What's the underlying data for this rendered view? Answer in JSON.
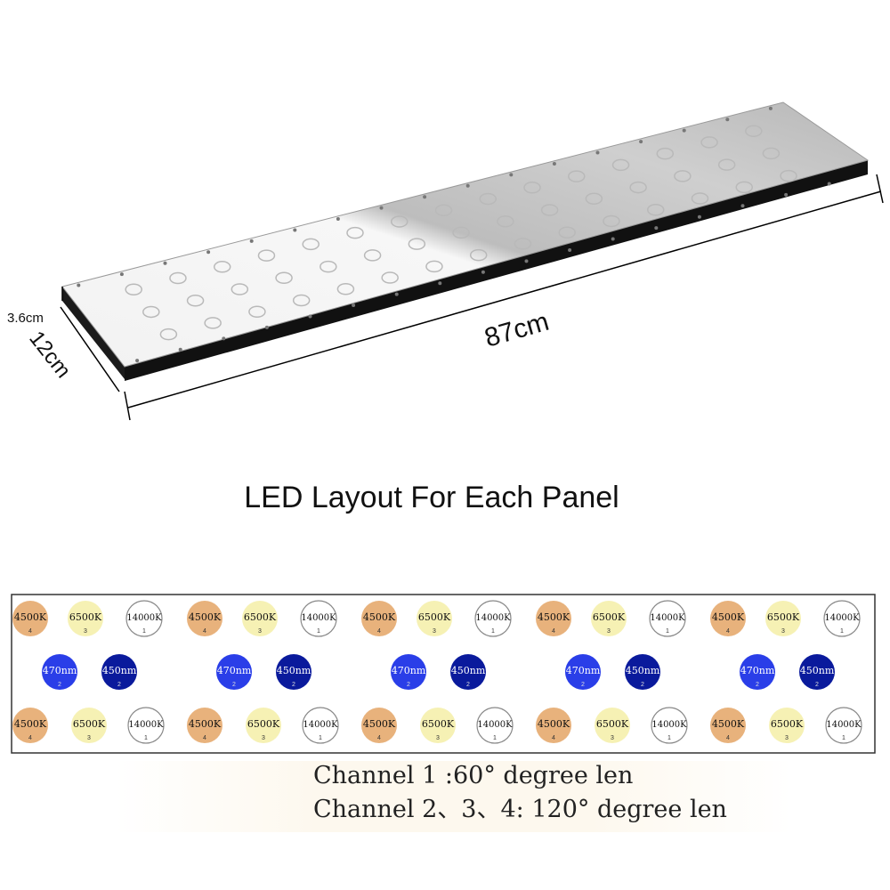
{
  "dimensions": {
    "height": "3.6cm",
    "width": "12cm",
    "length": "87cm"
  },
  "title": "LED Layout For Each Panel",
  "led_layout": {
    "groups": 5,
    "top_row": [
      {
        "label": "4500K",
        "channel": "4",
        "color": "#e8b27c"
      },
      {
        "label": "6500K",
        "channel": "3",
        "color": "#f6f1b4"
      },
      {
        "label": "14000K",
        "channel": "1",
        "color": "#ffffff"
      }
    ],
    "middle_row": [
      {
        "label": "470nm",
        "channel": "2",
        "color": "#2a3ee8"
      },
      {
        "label": "450nm",
        "channel": "2",
        "color": "#0a1a9c"
      }
    ],
    "bottom_row": [
      {
        "label": "4500K",
        "channel": "4",
        "color": "#e8b27c"
      },
      {
        "label": "6500K",
        "channel": "3",
        "color": "#f6f1b4"
      },
      {
        "label": "14000K",
        "channel": "1",
        "color": "#ffffff"
      }
    ]
  },
  "notes": {
    "line1": "Channel 1 :60° degree len",
    "line2": "Channel 2、3、4:  120° degree len"
  }
}
